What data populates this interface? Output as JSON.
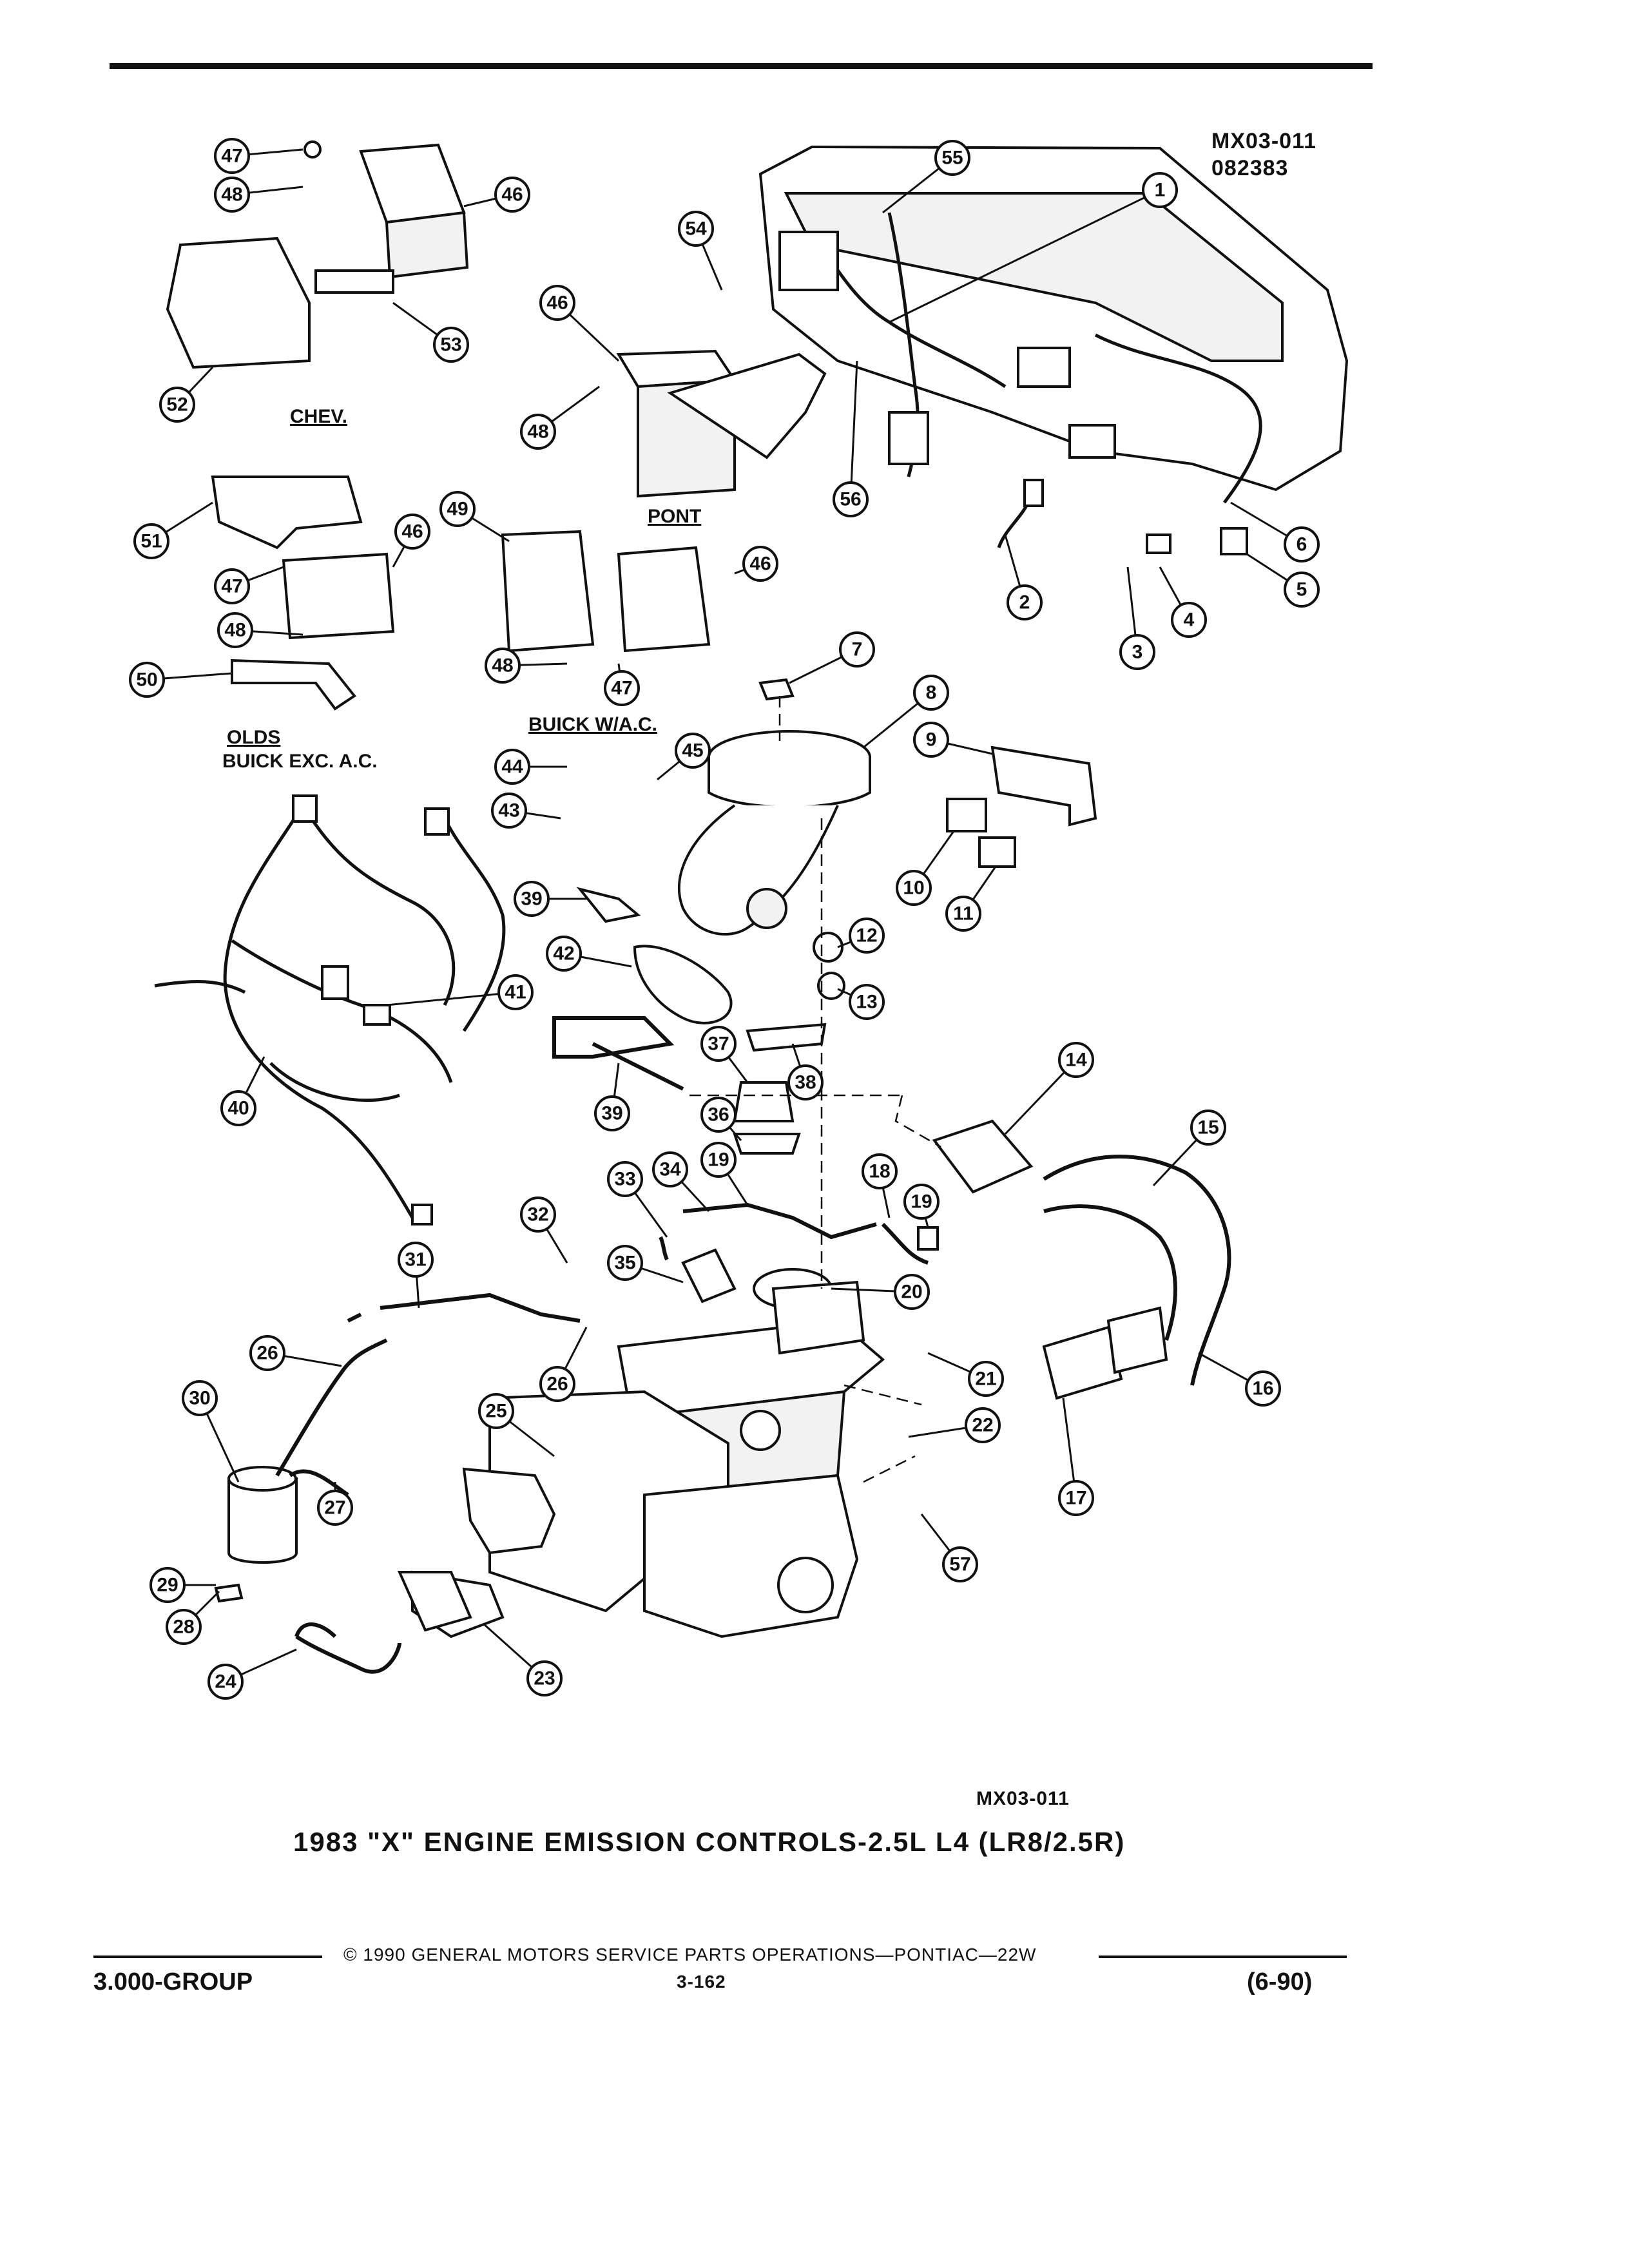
{
  "drawing_ref_top": "MX03-011",
  "drawing_date": "082383",
  "drawing_ref_bottom": "MX03-011",
  "title": "1983 \"X\" ENGINE EMISSION CONTROLS-2.5L L4 (LR8/2.5R)",
  "group_labels": {
    "chev": "CHEV.",
    "pont": "PONT",
    "olds": "OLDS",
    "buick_exc_ac": "BUICK EXC. A.C.",
    "buick_wac": "BUICK W/A.C."
  },
  "callouts": [
    "1",
    "2",
    "3",
    "4",
    "5",
    "6",
    "7",
    "8",
    "9",
    "10",
    "11",
    "12",
    "13",
    "14",
    "15",
    "16",
    "17",
    "18",
    "19",
    "19",
    "20",
    "21",
    "22",
    "23",
    "24",
    "25",
    "26",
    "26",
    "27",
    "28",
    "29",
    "30",
    "31",
    "32",
    "33",
    "34",
    "35",
    "36",
    "37",
    "38",
    "39",
    "39",
    "40",
    "41",
    "42",
    "43",
    "44",
    "45",
    "46",
    "46",
    "46",
    "46",
    "47",
    "47",
    "47",
    "48",
    "48",
    "48",
    "48",
    "49",
    "50",
    "51",
    "52",
    "53",
    "54",
    "55",
    "56",
    "57"
  ],
  "footer": {
    "copyright": "© 1990 GENERAL MOTORS SERVICE PARTS OPERATIONS—PONTIAC—22W",
    "group": "3.000-GROUP",
    "page": "3-162",
    "revision": "(6-90)"
  }
}
